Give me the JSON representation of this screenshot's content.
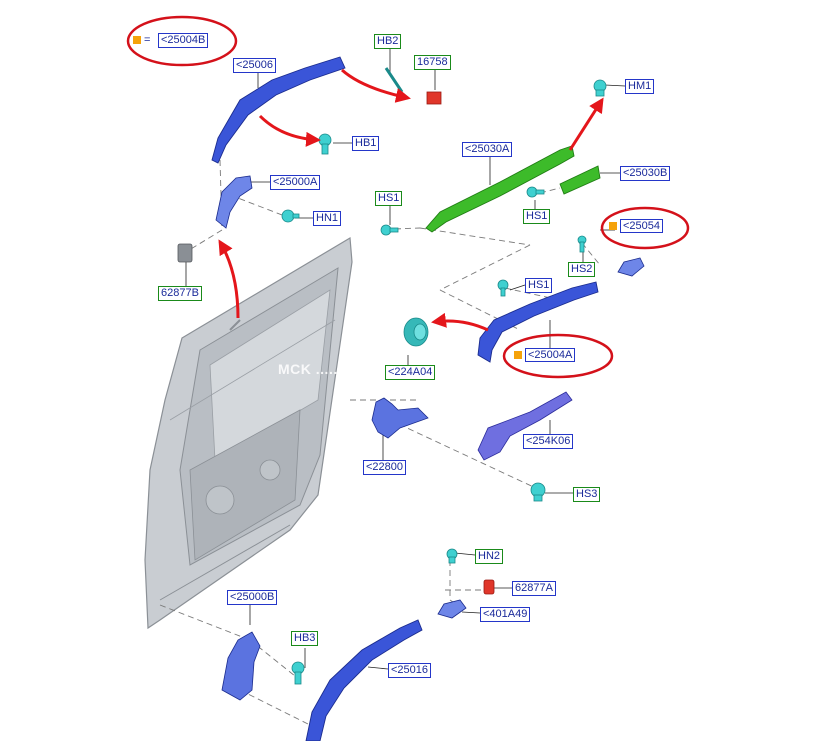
{
  "labels": {
    "l_25004B": "<25004B",
    "l_equals": "=",
    "l_25006": "<25006",
    "l_HB2": "HB2",
    "l_16758": "16758",
    "l_HM1": "HM1",
    "l_HB1": "HB1",
    "l_25030A": "<25030A",
    "l_25030B": "<25030B",
    "l_25000A": "<25000A",
    "l_HS1a": "HS1",
    "l_HS1b": "HS1",
    "l_HN1": "HN1",
    "l_25054": "<25054",
    "l_HS2": "HS2",
    "l_62877B": "62877B",
    "l_HS1c": "HS1",
    "l_25004A": "<25004A",
    "l_224A04": "<224A04",
    "l_254K06": "<254K06",
    "l_22800": "<22800",
    "l_HS3": "HS3",
    "l_HN2": "HN2",
    "l_62877A": "62877A",
    "l_25000B": "<25000B",
    "l_401A49": "<401A49",
    "l_HB3": "HB3",
    "l_25016": "<25016"
  },
  "watermark": "MCK ...................... ve.com",
  "colors": {
    "label_blue_border": "#2436c9",
    "label_green_border": "#1a8a1a",
    "highlight_red": "#d4111a",
    "arrow_red": "#e4161b",
    "part_blue": "#3a55d8",
    "part_green": "#3dbb2a",
    "part_cyan": "#3fd0d0",
    "part_red": "#e0362a",
    "door_gray": "#c9cdd2",
    "orange_marker": "#f5a20a"
  }
}
